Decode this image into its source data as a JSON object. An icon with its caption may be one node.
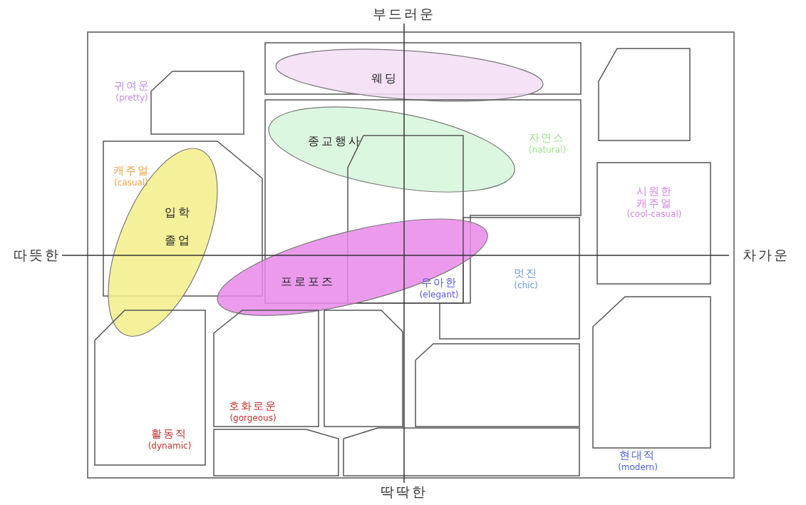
{
  "diagram": {
    "nodes": [
      {
        "text": [],
        "shape": "box"
      },
      {
        "text": [],
        "shape": "box",
        "in": 0
      },
      {
        "text": [
          "웨딩"
        ],
        "in": 0
      },
      {
        "text": [],
        "shape": "box",
        "in": 0
      },
      {
        "text": [
          "귀여운",
          "(pretty)"
        ],
        "in": 0
      },
      {
        "text": [
          "자연스",
          "(natural)"
        ],
        "in": 0
      },
      {
        "text": [
          "종교행사"
        ],
        "in": 5
      },
      {
        "text": [
          "우아한",
          "(elegant)"
        ],
        "in": 5
      },
      {
        "text": [
          "캐주얼",
          "(casual)"
        ],
        "in": 0
      },
      {
        "text": [
          "시원한 캐주얼",
          "(cool-casual)"
        ],
        "in": 0
      },
      {
        "text": [
          "입학",
          "졸업"
        ],
        "in": 0
      },
      {
        "text": [
          "프로포즈"
        ],
        "in": 0
      },
      {
        "text": [
          "멋진",
          "(chic)"
        ],
        "in": 0
      },
      {
        "text": [
          "현대적",
          "(modern)"
        ],
        "in": 0
      },
      {
        "text": [
          "활동적",
          "(dynamic)"
        ],
        "in": 0
      },
      {
        "text": [
          "호화로운",
          "(gorgeous)"
        ],
        "in": 0
      },
      {
        "text": [],
        "shape": "box",
        "in": 0
      },
      {
        "text": [],
        "shape": "box",
        "in": 0
      },
      {
        "text": [],
        "shape": "box",
        "in": 0
      },
      {
        "text": [],
        "shape": "box",
        "in": 0
      }
    ],
    "labels": [
      "부드러운",
      "따뜻한",
      "차가운",
      "딱딱한"
    ]
  }
}
